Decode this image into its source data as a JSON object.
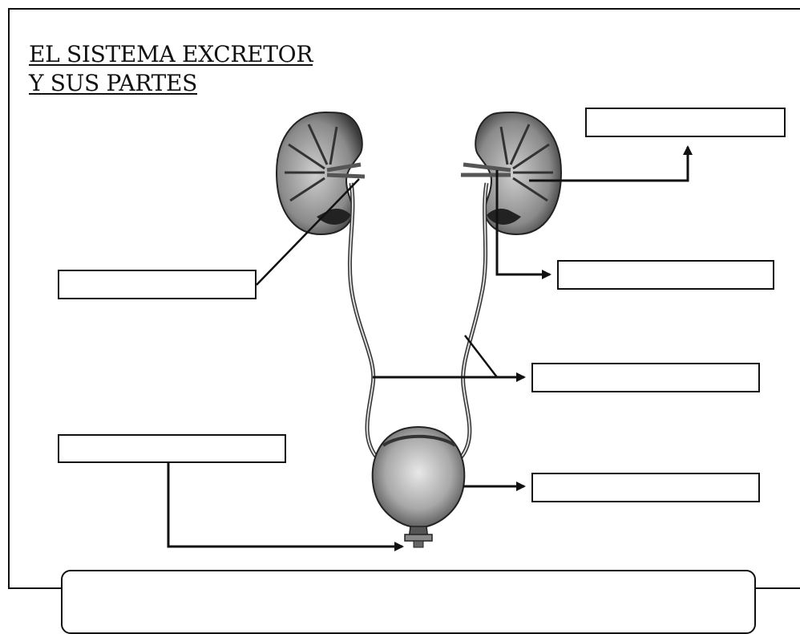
{
  "title": {
    "line1": "EL SISTEMA EXCRETOR",
    "line2": "Y SUS PARTES"
  },
  "answer_boxes": [
    {
      "name": "label-box-right-top",
      "target": "kidney",
      "value": ""
    },
    {
      "name": "label-box-left-top",
      "target": "renal vessels",
      "value": ""
    },
    {
      "name": "label-box-right-middle",
      "target": "renal pelvis",
      "value": ""
    },
    {
      "name": "label-box-right-ureter",
      "target": "ureter",
      "value": ""
    },
    {
      "name": "label-box-left-bottom",
      "target": "urethra",
      "value": ""
    },
    {
      "name": "label-box-right-bladder",
      "target": "bladder",
      "value": ""
    }
  ],
  "answer_area": {
    "value": ""
  }
}
